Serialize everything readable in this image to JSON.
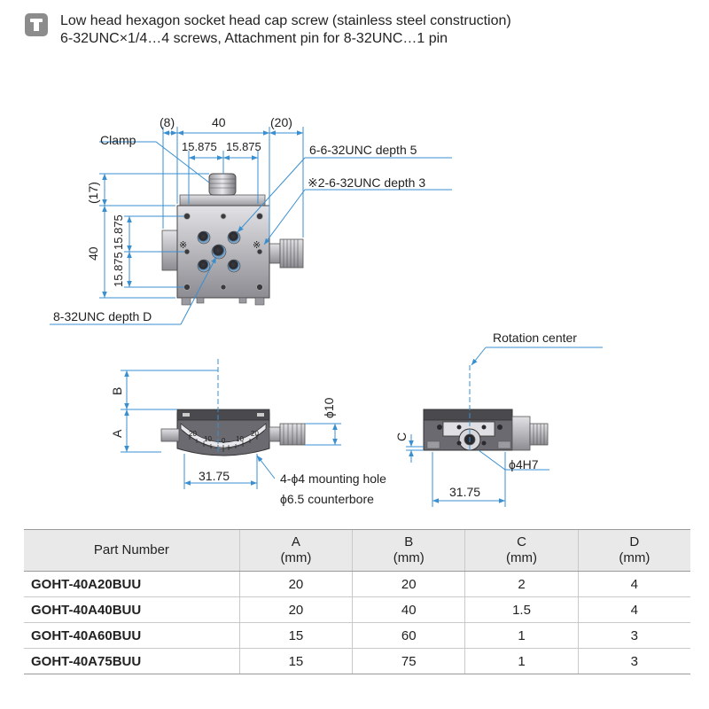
{
  "header": {
    "line1": "Low head hexagon socket head cap screw (stainless steel construction)",
    "line2": "6-32UNC×1/4…4 screws, Attachment pin for 8-32UNC…1 pin"
  },
  "drawing": {
    "top_view": {
      "dim_left_8": "(8)",
      "dim_40": "40",
      "dim_right_20": "(20)",
      "dim_15875_a": "15.875",
      "dim_15875_b": "15.875",
      "clamp": "Clamp",
      "tap_holes": "6-6-32UNC depth 5",
      "tap_holes_alt": "※2-6-32UNC depth 3",
      "dim_17": "(17)",
      "dim_v_15875_a": "15.875",
      "dim_v_40": "40",
      "dim_v_15875_b": "15.875",
      "pin_hole": "8-32UNC depth D",
      "asterisk": "※"
    },
    "front_view": {
      "dim_b": "B",
      "dim_a": "A",
      "dim_phi10": "ϕ10",
      "dim_3175": "31.75",
      "mounting_hole": "4-ϕ4 mounting hole",
      "counterbore": "ϕ6.5 counterbore",
      "scale_labels": [
        "20",
        "10",
        "0",
        "10",
        "20"
      ]
    },
    "side_view": {
      "rotation_center": "Rotation center",
      "dim_c": "C",
      "dim_phi4h7": "ϕ4H7",
      "dim_3175": "31.75"
    }
  },
  "table": {
    "headers": [
      {
        "name": "Part Number",
        "unit": ""
      },
      {
        "name": "A",
        "unit": "(mm)"
      },
      {
        "name": "B",
        "unit": "(mm)"
      },
      {
        "name": "C",
        "unit": "(mm)"
      },
      {
        "name": "D",
        "unit": "(mm)"
      }
    ],
    "rows": [
      [
        "GOHT-40A20BUU",
        "20",
        "20",
        "2",
        "4"
      ],
      [
        "GOHT-40A40BUU",
        "20",
        "40",
        "1.5",
        "4"
      ],
      [
        "GOHT-40A60BUU",
        "15",
        "60",
        "1",
        "3"
      ],
      [
        "GOHT-40A75BUU",
        "15",
        "75",
        "1",
        "3"
      ]
    ]
  },
  "colors": {
    "leader_line": "#3a8fd0",
    "metal_light": "#c8c8cc",
    "metal_dark": "#4a4a4e",
    "table_header_bg": "#e9e9ea"
  }
}
